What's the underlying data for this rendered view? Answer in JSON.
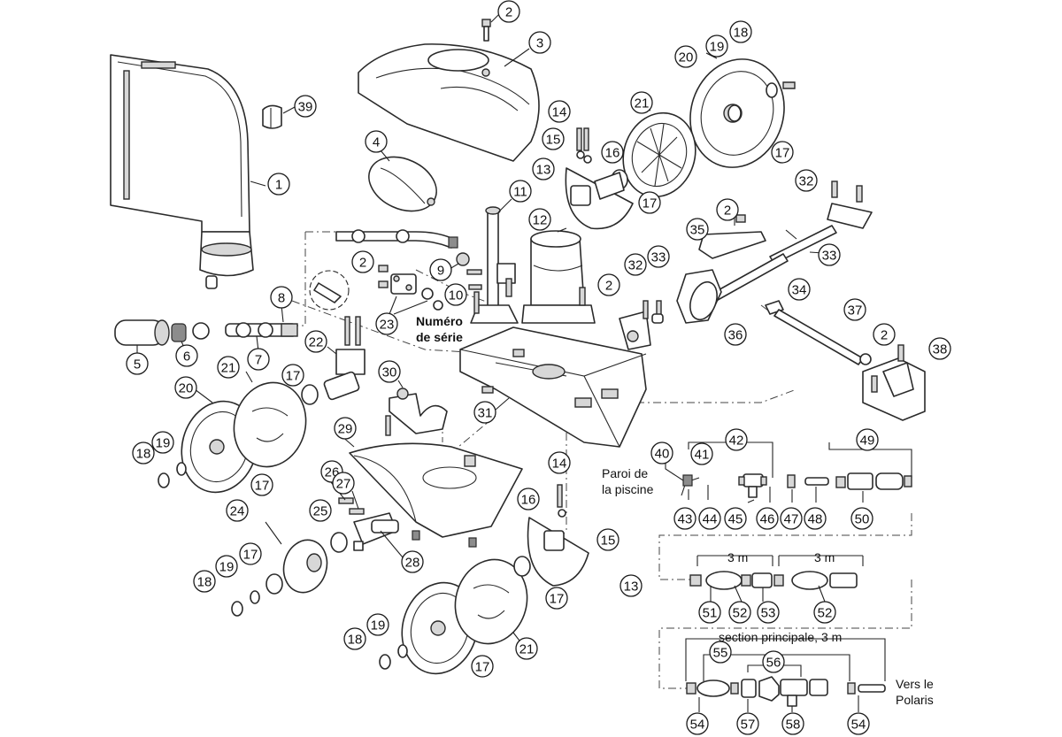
{
  "callouts": [
    "1",
    "2",
    "3",
    "4",
    "5",
    "6",
    "7",
    "8",
    "9",
    "10",
    "11",
    "12",
    "13",
    "14",
    "15",
    "16",
    "17",
    "18",
    "19",
    "20",
    "21",
    "22",
    "23",
    "24",
    "25",
    "26",
    "27",
    "28",
    "29",
    "30",
    "31",
    "32",
    "33",
    "34",
    "35",
    "36",
    "37",
    "38",
    "39",
    "40",
    "41",
    "42",
    "43",
    "44",
    "45",
    "46",
    "47",
    "48",
    "49",
    "50",
    "51",
    "52",
    "53",
    "54",
    "55",
    "56",
    "57",
    "58"
  ],
  "labels": {
    "serial_line1": "Numéro",
    "serial_line2": "de série",
    "pool_wall_line1": "Paroi de",
    "pool_wall_line2": "la piscine",
    "hose_length_a": "3 m",
    "hose_length_b": "3 m",
    "main_section": "section principale, 3 m",
    "to_polaris_line1": "Vers le",
    "to_polaris_line2": "Polaris"
  }
}
